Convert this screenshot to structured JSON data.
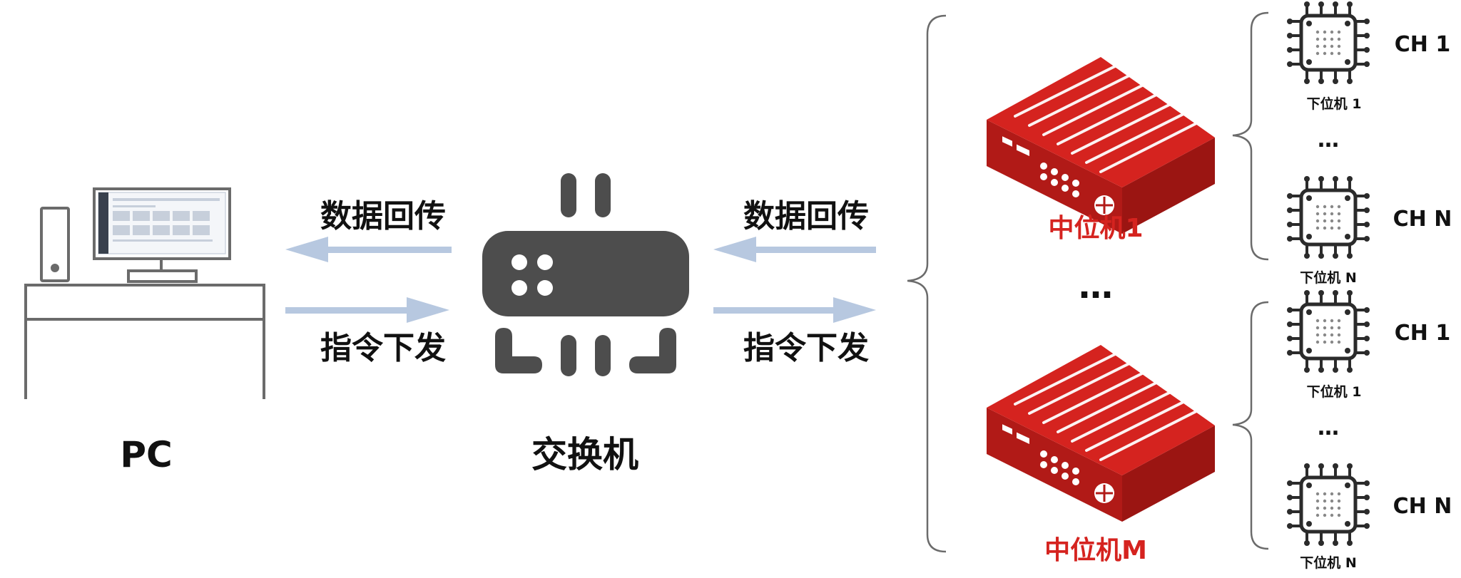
{
  "nodes": {
    "pc": {
      "label": "PC"
    },
    "switch": {
      "label": "交换机"
    },
    "mid_units": [
      {
        "label": "中位机1"
      },
      {
        "label": "中位机M"
      }
    ],
    "mid_ellipsis": "…",
    "channels": [
      {
        "group": 0,
        "ch_label": "CH 1",
        "device_label": "下位机 1"
      },
      {
        "group": 0,
        "ch_label": "CH N",
        "device_label": "下位机 N"
      },
      {
        "group": 1,
        "ch_label": "CH 1",
        "device_label": "下位机 1"
      },
      {
        "group": 1,
        "ch_label": "CH N",
        "device_label": "下位机 N"
      }
    ],
    "ch_ellipsis": "…"
  },
  "links": {
    "left": {
      "upload_label": "数据回传",
      "command_label": "指令下发"
    },
    "right": {
      "upload_label": "数据回传",
      "command_label": "指令下发"
    }
  },
  "colors": {
    "arrow": "#b7c8e0",
    "device_red": "#d5231f",
    "switch_gray": "#4d4d4d",
    "outline_gray": "#6b6b6b",
    "label_red": "#d5231f"
  }
}
